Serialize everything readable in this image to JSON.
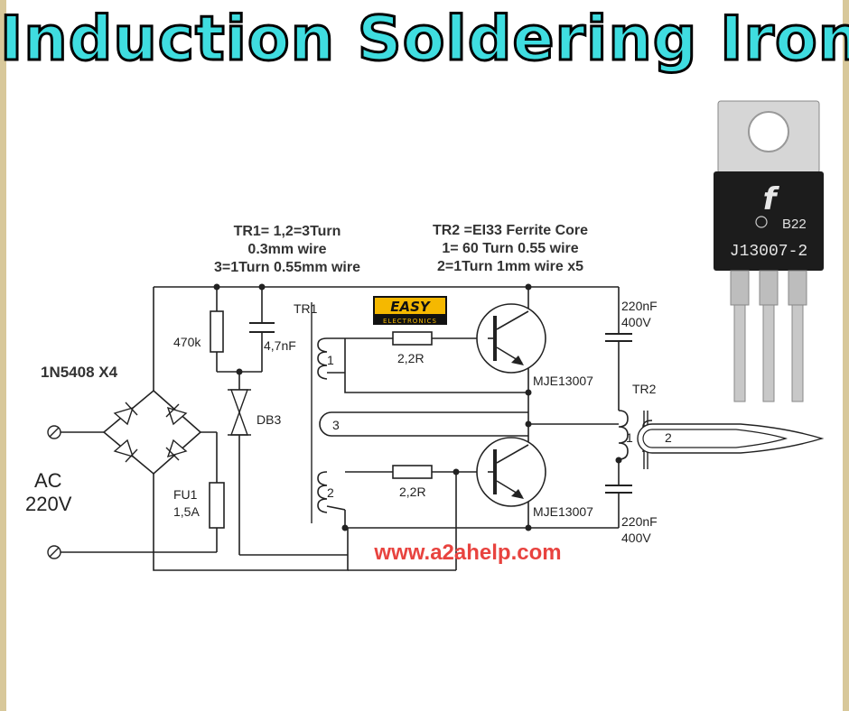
{
  "title": "Induction Soldering Iron",
  "notes": {
    "tr1": [
      "TR1= 1,2=3Turn",
      "0.3mm wire",
      "3=1Turn 0.55mm wire"
    ],
    "tr2": [
      "TR2 =EI33 Ferrite Core",
      "1= 60 Turn 0.55 wire",
      "2=1Turn 1mm wire x5"
    ]
  },
  "bridge_label": "1N5408 X4",
  "ac": [
    "AC",
    "220V"
  ],
  "components": {
    "r_start": "470k",
    "c_start": "4,7nF",
    "diac": "DB3",
    "fuse": [
      "FU1",
      "1,5A"
    ],
    "tr1": "TR1",
    "tr1_w1": "1",
    "tr1_w2": "2",
    "tr1_w3": "3",
    "rb_top": "2,2R",
    "rb_bot": "2,2R",
    "q_top": "MJE13007",
    "q_bot": "MJE13007",
    "c_top": [
      "220nF",
      "400V"
    ],
    "c_bot": [
      "220nF",
      "400V"
    ],
    "tr2": "TR2",
    "tr2_w1": "1",
    "tr2_w2": "2"
  },
  "badge": {
    "top": "EASY",
    "bottom": "ELECTRONICS"
  },
  "website": "www.a2ahelp.com",
  "photo": {
    "model": "J13007-2",
    "code": "B22",
    "logo": "f"
  },
  "colors": {
    "title_fill": "#3fdde0",
    "website": "#e8433f",
    "badge": "#f5b800"
  }
}
